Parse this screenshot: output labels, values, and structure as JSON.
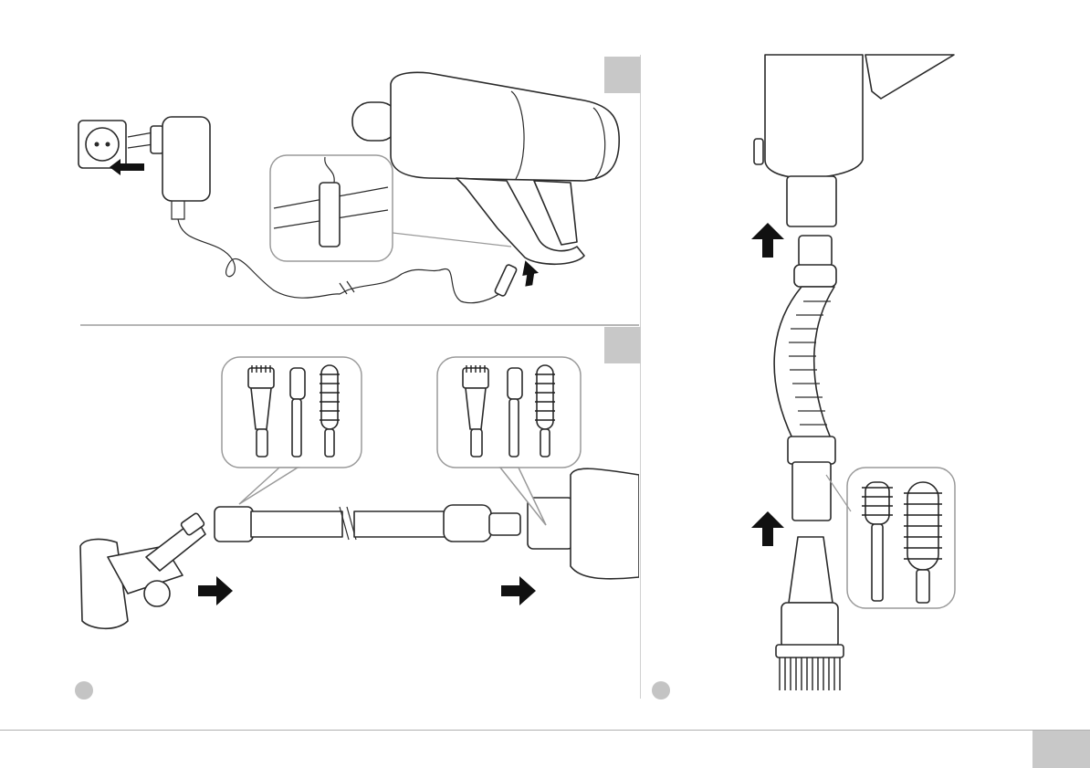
{
  "figures": [
    {
      "id": "charging",
      "step_badge_text": ""
    },
    {
      "id": "wand-assembly",
      "step_badge_text": ""
    },
    {
      "id": "hose-assembly",
      "step_badge_text": ""
    }
  ],
  "footer": {
    "page_number": ""
  },
  "icons": [
    "power-outlet-icon",
    "charger-adapter-icon",
    "push-arrow-icon",
    "brush-attachment-icon"
  ],
  "colors": {
    "line_art": "#2a2a2a",
    "badge_gray": "#c8c8c8",
    "arrow_black": "#111111",
    "divider_gray": "#aaaaaa"
  }
}
